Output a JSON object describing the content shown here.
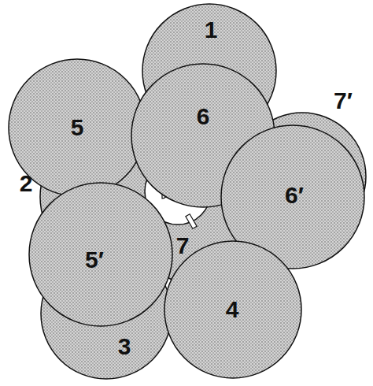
{
  "diagram": {
    "nodes": [
      {
        "text": [
          "1"
        ]
      },
      {
        "text": [
          "6"
        ]
      },
      {
        "text": [
          "5"
        ]
      },
      {
        "text": [
          "7′"
        ]
      },
      {
        "text": [
          "6′"
        ]
      },
      {
        "text": [
          "2"
        ]
      },
      {
        "text": [
          "5′"
        ]
      },
      {
        "text": [
          "7"
        ]
      },
      {
        "text": [
          "4"
        ]
      },
      {
        "text": [
          "3"
        ]
      }
    ]
  }
}
